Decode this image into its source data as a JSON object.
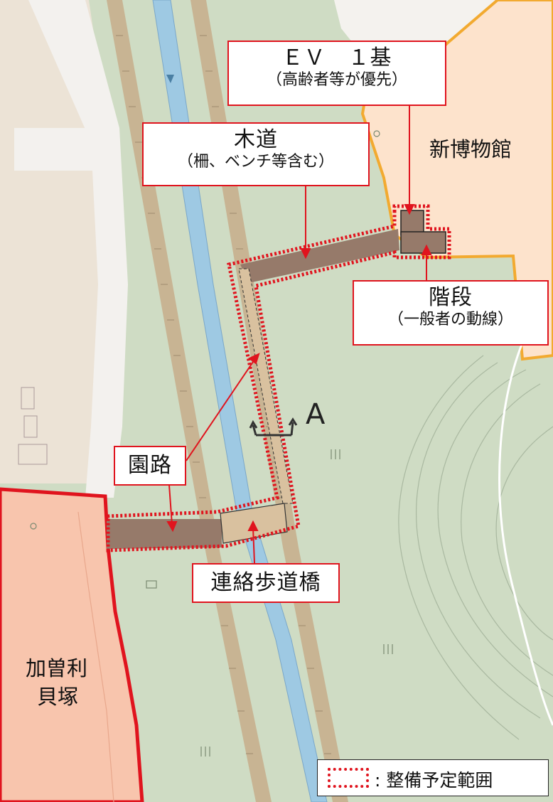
{
  "callouts": {
    "ev": {
      "line1": "ＥＶ　１基",
      "line2": "（高齢者等が優先）"
    },
    "boardwalk": {
      "line1": "木道",
      "line2": "（柵、ベンチ等含む）"
    },
    "stairs": {
      "line1": "階段",
      "line2": "（一般者の動線）"
    },
    "path": {
      "line1": "園路"
    },
    "bridge": {
      "line1": "連絡歩道橋"
    }
  },
  "map_labels": {
    "museum": "新博物館",
    "shell_mound_line1": "加曽利",
    "shell_mound_line2": "貝塚",
    "section_marker": "A"
  },
  "legend": {
    "text": ": 整備予定範囲"
  },
  "colors": {
    "meadow": "#cfdcc4",
    "museum_zone": "#fde3cc",
    "museum_border": "#f2aa30",
    "shell_mound_zone": "#f8c5ad",
    "shell_mound_border": "#e0141e",
    "road": "#f3f1ee",
    "built_area": "#ece3d6",
    "river": "#9ec9e3",
    "rail": "#c8b493",
    "walkway": "#967a6a",
    "bridge": "#d9c19f",
    "plan_boundary": "#e0141e"
  }
}
